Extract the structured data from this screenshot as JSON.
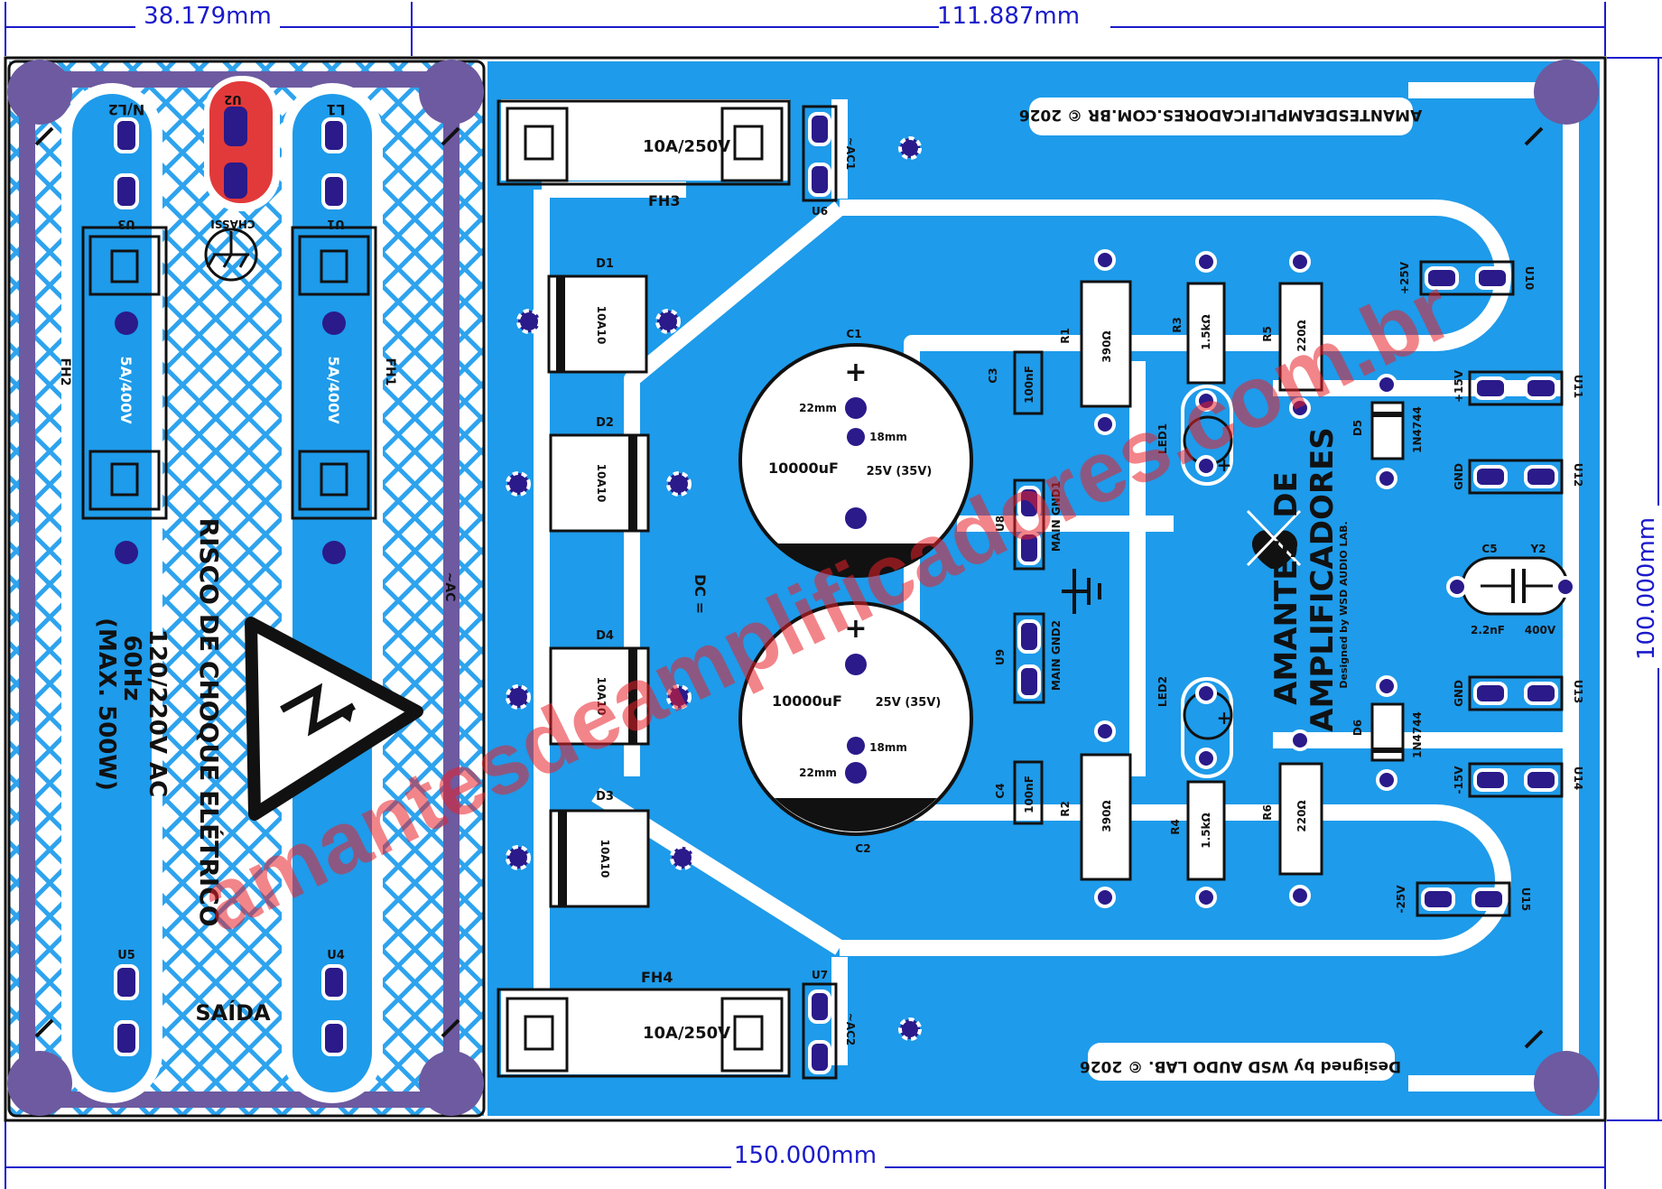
{
  "colors": {
    "copper": "#1e9bea",
    "board_bg": "#ffffff",
    "hatch": "#2ea3ee",
    "mount_hole": "#6d5aa0",
    "pad_hole": "#2a1a8a",
    "dimension": "#1a1acc",
    "watermark": "#e8202a",
    "silkscreen": "#111111"
  },
  "dimensions": {
    "left_section": "38.179mm",
    "right_section": "111.887mm",
    "total_width": "150.000mm",
    "height": "100.000mm"
  },
  "watermark": "amantesdeamplificadores.com.br",
  "ac_section": {
    "labels": {
      "nl2": "N/L2",
      "u2": "U2",
      "l1": "L1",
      "u3": "U3",
      "chassi": "CHASSI",
      "u1": "U1",
      "fh2": "FH2",
      "fh1": "FH1",
      "fuse_rating_left": "5A/400V",
      "fuse_rating_right": "5A/400V",
      "ac_side": "~AC",
      "u5": "U5",
      "u4": "U4",
      "saida": "SAÍDA"
    },
    "warning": {
      "line1": "RISCO DE CHOQUE ELÉTRICO",
      "voltage": "120/220V  AC",
      "freq": "60Hz",
      "power": "(MAX. 500W)"
    }
  },
  "top_banner": "AMANTESDEAMPLIFICADORES.COM.BR © 2026",
  "bottom_banner": "Designed by WSD AUDO LAB. © 2026",
  "components": {
    "fh3": "FH3",
    "fh3_rating": "10A/250V",
    "fh4": "FH4",
    "fh4_rating": "10A/250V",
    "ac1": "~AC1",
    "ac2": "~AC2",
    "u6": "U6",
    "u7": "U7",
    "d1": "D1",
    "d2": "D2",
    "d3": "D3",
    "d4": "D4",
    "diode_value": "10A10",
    "dc_label": "DC =",
    "c1": "C1",
    "c2": "C2",
    "cap_value": "10000uF",
    "cap_voltage": "25V (35V)",
    "dia_22": "22mm",
    "dia_18": "18mm",
    "plus": "+",
    "c3": "C3",
    "c4": "C4",
    "c34_value": "100nF",
    "u8": "U8",
    "u9": "U9",
    "main_gnd1": "MAIN GND1",
    "main_gnd2": "MAIN GND2",
    "r1": "R1",
    "r2": "R2",
    "r12_value": "390Ω",
    "r3": "R3",
    "r4": "R4",
    "r34_value": "1.5kΩ",
    "r5": "R5",
    "r6": "R6",
    "r56_value": "220Ω",
    "led1": "LED1",
    "led2": "LED2",
    "d5": "D5",
    "d6": "D6",
    "zener": "1N4744",
    "c5": "C5",
    "y2": "Y2",
    "c5_value": "2.2nF",
    "c5_voltage": "400V",
    "logo_line1": "AMANTES",
    "logo_de": "DE",
    "logo_line2": "AMPLIFICADORES",
    "logo_credit": "Designed by WSD AUDIO LAB.",
    "u10": "U10",
    "u10_label": "+25V",
    "u11": "U11",
    "u11_label": "+15V",
    "u12": "U12",
    "u12_label": "GND",
    "u13": "U13",
    "u13_label": "GND",
    "u14": "U14",
    "u14_label": "-15V",
    "u15": "U15",
    "u15_label": "-25V"
  }
}
